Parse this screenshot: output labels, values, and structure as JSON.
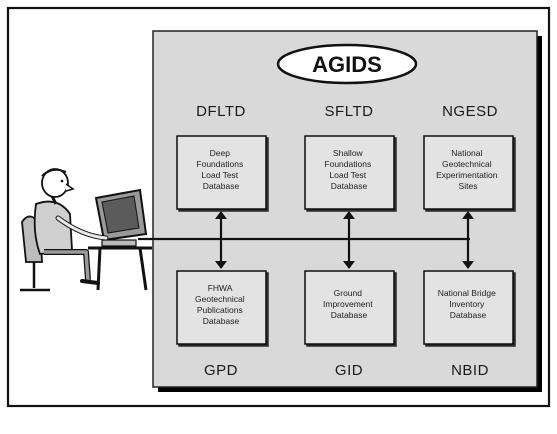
{
  "diagram": {
    "title": "AGIDS",
    "top_row": [
      {
        "acronym": "DFLTD",
        "lines": [
          "Deep",
          "Foundations",
          "Load Test",
          "Database"
        ]
      },
      {
        "acronym": "SFLTD",
        "lines": [
          "Shallow",
          "Foundations",
          "Load Test",
          "Database"
        ]
      },
      {
        "acronym": "NGESD",
        "lines": [
          "National",
          "Geotechnical",
          "Experimentation",
          "Sites"
        ]
      }
    ],
    "bottom_row": [
      {
        "acronym": "GPD",
        "lines": [
          "FHWA",
          "Geotechnical",
          "Publications",
          "Database"
        ]
      },
      {
        "acronym": "GID",
        "lines": [
          "Ground",
          "Improvement",
          "Database"
        ]
      },
      {
        "acronym": "NBID",
        "lines": [
          "National Bridge",
          "Inventory",
          "Database"
        ]
      }
    ],
    "user_icon": "person-at-computer-icon"
  }
}
